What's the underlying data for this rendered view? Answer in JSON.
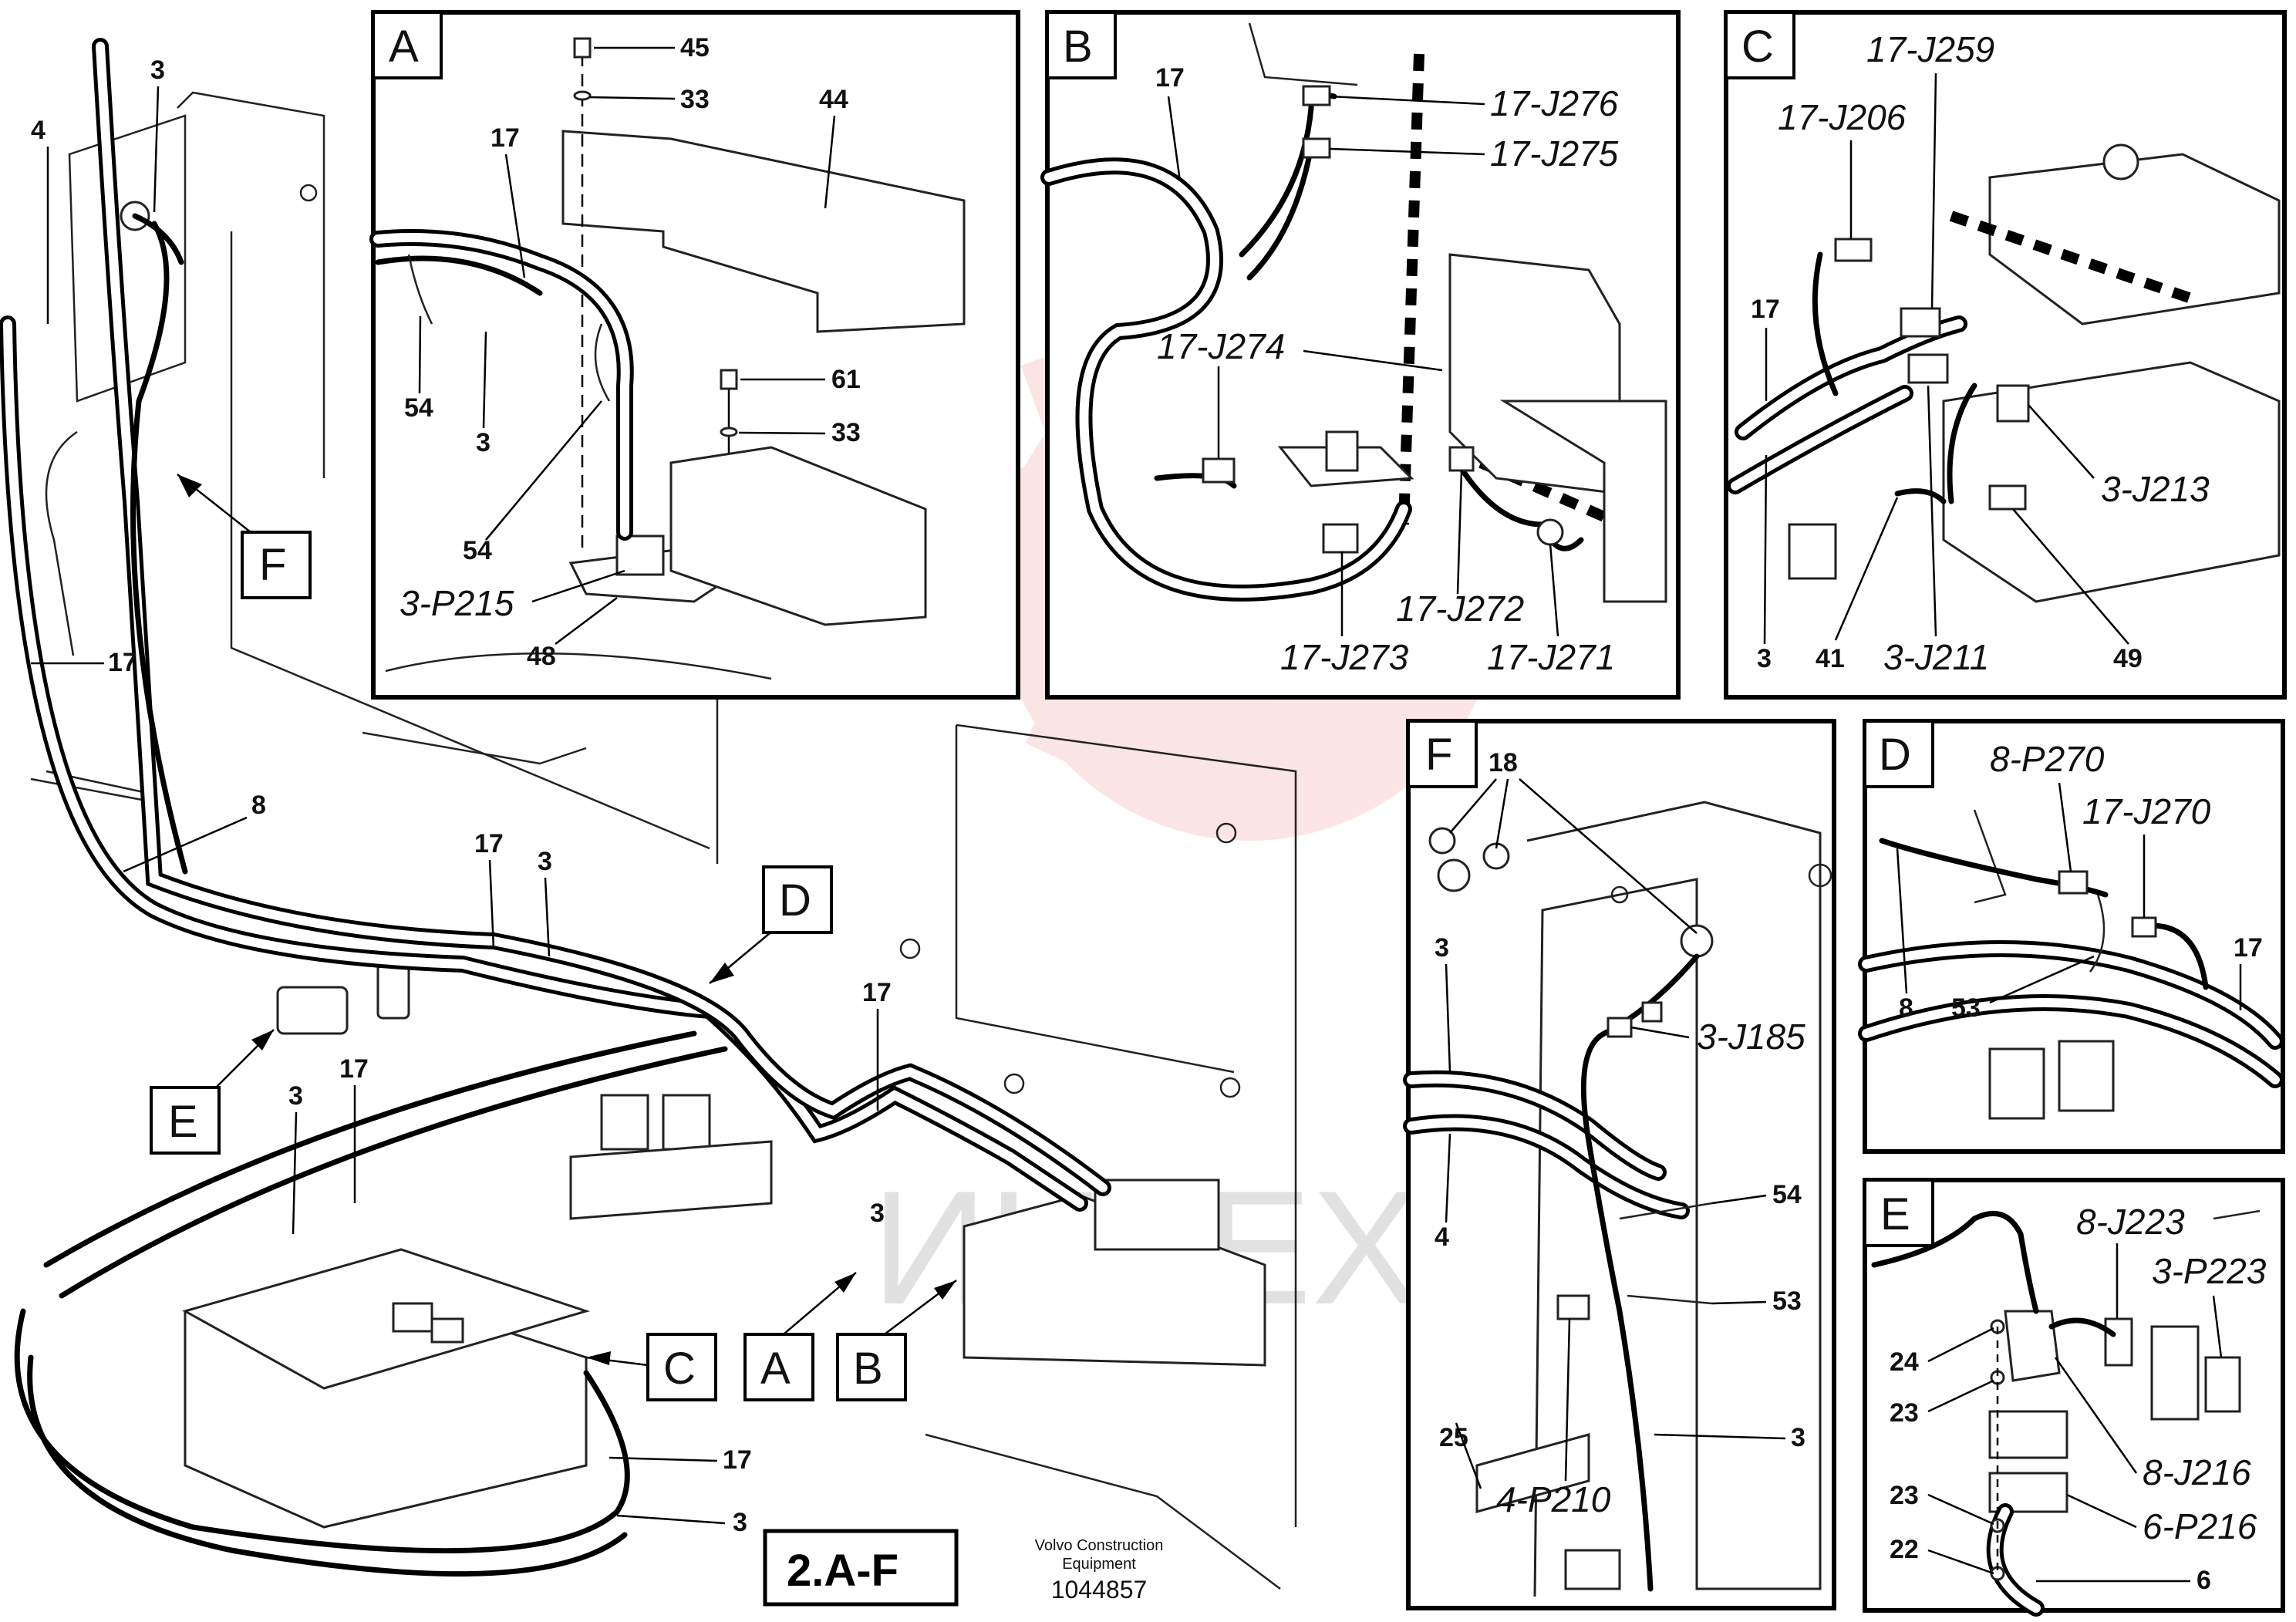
{
  "drawing": {
    "manufacturer": "Volvo Construction\nEquipment",
    "manufacturer_line1": "Volvo Construction",
    "manufacturer_line2": "Equipment",
    "drawing_number": "1044857",
    "title_badge": "2.A-F",
    "watermark_text": "ИНТЕХ"
  },
  "main_view": {
    "labels": [
      "4",
      "3",
      "17",
      "8",
      "17",
      "3",
      "17",
      "3",
      "17",
      "3",
      "17",
      "3"
    ],
    "callouts": [
      "F",
      "D",
      "E",
      "C",
      "A",
      "B"
    ]
  },
  "panel_A": {
    "letter": "A",
    "labels": [
      "45",
      "33",
      "44",
      "17",
      "54",
      "3",
      "61",
      "33",
      "54",
      "3-P215",
      "48"
    ]
  },
  "panel_B": {
    "letter": "B",
    "labels": [
      "17",
      "17-J276",
      "17-J275",
      "17-J274",
      "17-J272",
      "17-J273",
      "17-J271"
    ]
  },
  "panel_C": {
    "letter": "C",
    "labels": [
      "17-J259",
      "17-J206",
      "17",
      "3-J213",
      "3",
      "41",
      "3-J211",
      "49"
    ]
  },
  "panel_F": {
    "letter": "F",
    "labels": [
      "18",
      "3",
      "3-J185",
      "4",
      "54",
      "53",
      "25",
      "3",
      "4-P210"
    ]
  },
  "panel_D": {
    "letter": "D",
    "labels": [
      "8-P270",
      "17-J270",
      "8",
      "53",
      "17"
    ]
  },
  "panel_E": {
    "letter": "E",
    "labels": [
      "8-J223",
      "3-P223",
      "24",
      "23",
      "8-J216",
      "23",
      "6-P216",
      "22",
      "6"
    ]
  },
  "colors": {
    "line": "#000000",
    "background": "#ffffff",
    "watermark": "#e53935"
  }
}
